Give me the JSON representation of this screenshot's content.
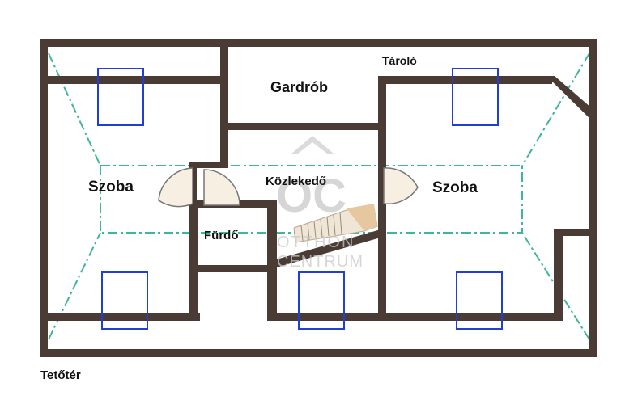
{
  "rooms": {
    "storage": "Tároló",
    "wardrobe": "Gardrób",
    "corridor": "Közlekedő",
    "room_left": "Szoba",
    "room_right": "Szoba",
    "bathroom": "Fürdő"
  },
  "caption": "Tetőtér",
  "watermark": {
    "monogram": "OC",
    "line1": "OTTHON",
    "line2": "CENTRUM"
  },
  "colors": {
    "wall": "#4a3c35",
    "roof_line": "#3fb59a",
    "window": "#1f3fd6",
    "door_fill": "#f7efe2"
  }
}
